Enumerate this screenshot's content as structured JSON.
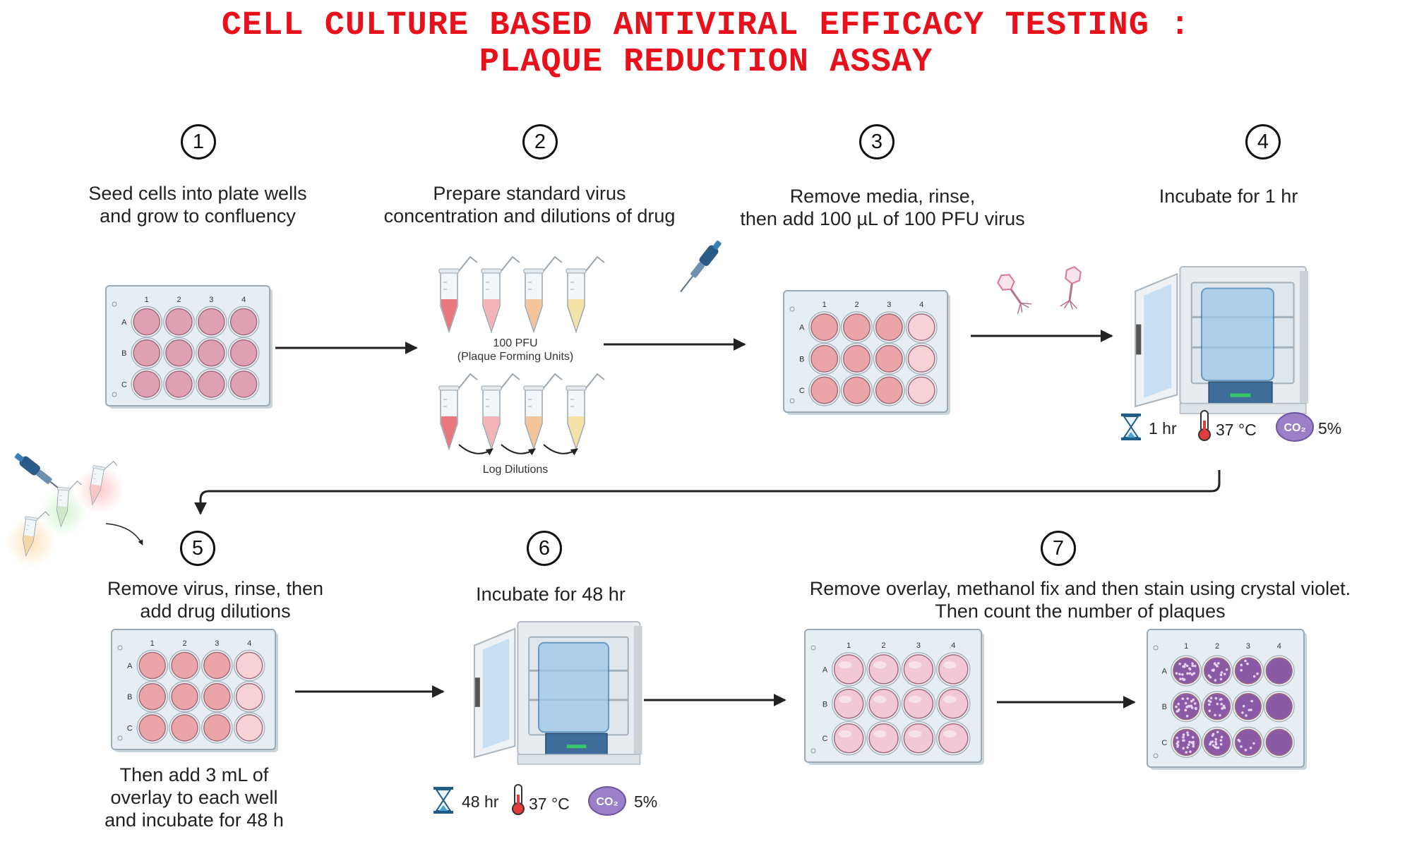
{
  "title": {
    "line1": "CELL CULTURE BASED ANTIVIRAL EFFICACY TESTING :",
    "line2": "PLAQUE REDUCTION ASSAY"
  },
  "steps": [
    {
      "number": "1",
      "text_lines": [
        "Seed cells into plate wells",
        "and grow to confluency"
      ]
    },
    {
      "number": "2",
      "text_lines": [
        "Prepare standard virus",
        "concentration  and dilutions of drug"
      ]
    },
    {
      "number": "3",
      "text_lines": [
        "Remove media, rinse,",
        "then add 100 µL of 100 PFU virus"
      ]
    },
    {
      "number": "4",
      "text_lines": [
        "Incubate for 1 hr"
      ]
    },
    {
      "number": "5",
      "text_lines": [
        "Remove virus, rinse, then",
        "add drug dilutions"
      ]
    },
    {
      "number": "6",
      "text_lines": [
        "Incubate for 48 hr"
      ]
    },
    {
      "number": "7",
      "text_lines": [
        "Remove overlay, methanol fix and then stain using crystal violet.",
        "Then count the number of plaques"
      ]
    }
  ],
  "step5_extra_lines": [
    "Then add 3 mL of",
    "overlay to each well",
    "and incubate for 48 h"
  ],
  "tube_labels": {
    "pfu_line1": "100 PFU",
    "pfu_line2": "(Plaque Forming Units)",
    "dilutions": "Log Dilutions"
  },
  "incubation_1": {
    "time": "1 hr",
    "temperature": "37 °C",
    "co2_badge": "CO₂",
    "co2_percent": "5%"
  },
  "incubation_2": {
    "time": "48 hr",
    "temperature": "37 °C",
    "co2_badge": "CO₂",
    "co2_percent": "5%"
  },
  "plate": {
    "columns": [
      "1",
      "2",
      "3",
      "4"
    ],
    "rows": [
      "A",
      "B",
      "C"
    ]
  },
  "colors": {
    "title": "#e8111b",
    "plate_step1_wells": "#e0a0b4",
    "plate_virus_wells": "#eba5a8",
    "plate_virus_last_column": "#f6d2d6",
    "plate_overlay_wells": "#f2c8d6",
    "plate_stained_wells": "#8a5aa6",
    "co2_badge": "#9b7fc7"
  },
  "icons": [
    "circled-step-number",
    "well-plate-icon",
    "microtube-icon",
    "pipette-icon",
    "virus-particle-icon",
    "incubator-icon",
    "hourglass-icon",
    "thermometer-icon",
    "co2-badge-icon",
    "arrow-icon"
  ]
}
